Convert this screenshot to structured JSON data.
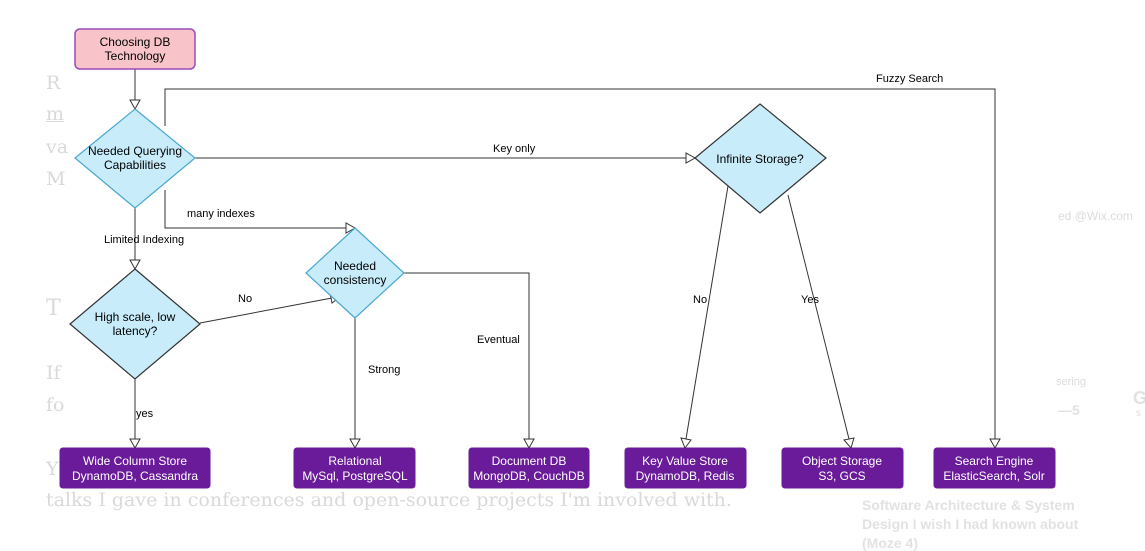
{
  "colors": {
    "start_fill": "#f8c4c9",
    "start_stroke": "#9a4bb8",
    "decision_light": "#c8ecfa",
    "decision_stroke_light": "#4aa6cf",
    "decision_dark_stroke": "#333333",
    "store_fill": "#6a1b9a",
    "store_text": "#ffffff"
  },
  "background": {
    "snippets": [
      "R",
      "m",
      "va",
      "M",
      "T",
      "If",
      "fo",
      "Y",
      "talks I gave in conferences and open-source projects I'm involved with.",
      "ed @Wix.com",
      "sering",
      "—5",
      "G",
      "s"
    ],
    "sidebar_title_line1": "Software Architecture & System",
    "sidebar_title_line2": "Design I wish I had known about",
    "sidebar_title_line3": "(Moze 4)"
  },
  "diagram": {
    "start": {
      "line1": "Choosing DB",
      "line2": "Technology"
    },
    "decisions": {
      "querying": {
        "line1": "Needed Querying",
        "line2": "Capabilities"
      },
      "scale": {
        "line1": "High scale, low",
        "line2": "latency?"
      },
      "consistency": {
        "line1": "Needed",
        "line2": "consistency"
      },
      "storage": {
        "line1": "Infinite Storage?"
      }
    },
    "edge_labels": {
      "fuzzy": "Fuzzy Search",
      "key_only": "Key only",
      "many_indexes": "many indexes",
      "limited": "Limited Indexing",
      "no_scale": "No",
      "yes_scale": "yes",
      "strong": "Strong",
      "eventual": "Eventual",
      "no_storage": "No",
      "yes_storage": "Yes"
    },
    "stores": [
      {
        "line1": "Wide Column Store",
        "line2": "DynamoDB, Cassandra"
      },
      {
        "line1": "Relational",
        "line2": "MySql, PostgreSQL"
      },
      {
        "line1": "Document DB",
        "line2": "MongoDB, CouchDB"
      },
      {
        "line1": "Key Value Store",
        "line2": "DynamoDB, Redis"
      },
      {
        "line1": "Object Storage",
        "line2": "S3, GCS"
      },
      {
        "line1": "Search Engine",
        "line2": "ElasticSearch, Solr"
      }
    ]
  }
}
